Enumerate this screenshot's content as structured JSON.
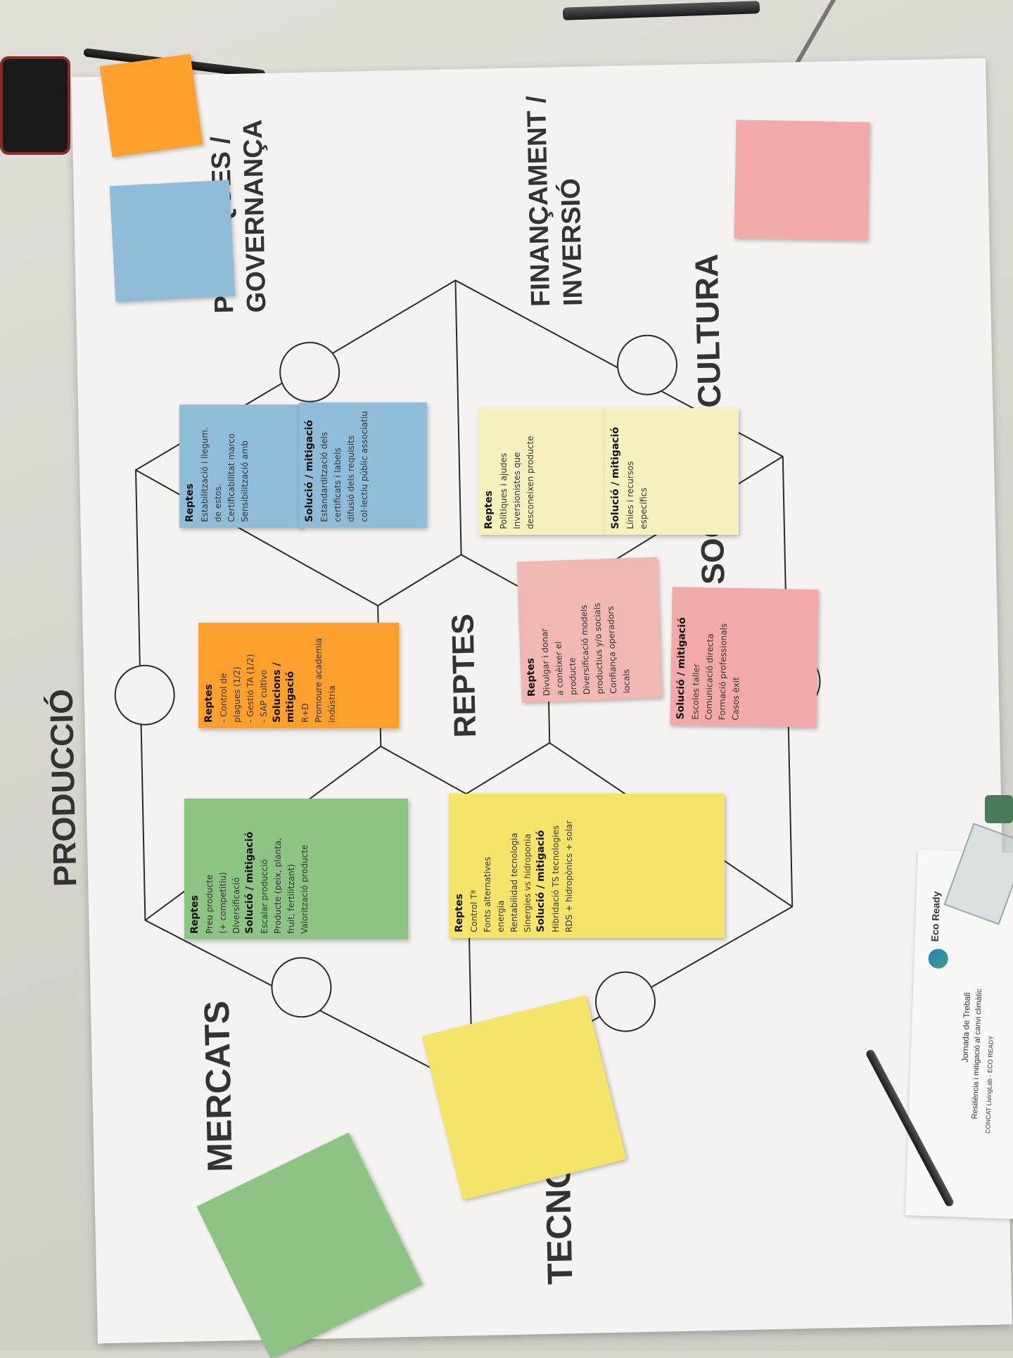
{
  "poster": {
    "center_label": "REPTES",
    "sections": [
      {
        "id": "produccio",
        "label": "PRODUCCIÓ"
      },
      {
        "id": "politiques",
        "label": "POLITIQUES / GOVERNANÇA"
      },
      {
        "id": "financament",
        "label": "FINANÇAMENT / INVERSIÓ"
      },
      {
        "id": "societat",
        "label": "SOCIETAT /CULTURA"
      },
      {
        "id": "tecnologies",
        "label": "TECNOLOGIES"
      },
      {
        "id": "mercats",
        "label": "MERCATS"
      }
    ],
    "politiques_line1": "POLITIQUES /",
    "politiques_line2": "GOVERNANÇA",
    "financament_line1": "FINANÇAMENT /",
    "financament_line2": "INVERSIÓ"
  },
  "notes": {
    "blue_reptes": {
      "head": "Reptes",
      "lines": [
        "Estabilització i llegum.",
        "de estos.",
        "Certificabilitat marco",
        "Sensibilització amb"
      ]
    },
    "blue_solucio": {
      "head": "Solució / mitigació",
      "lines": [
        "Estandardització dels",
        "certificats i labels",
        "difusió dels requisits",
        "col·lectiu públic associatiu"
      ]
    },
    "yellowlight_reptes": {
      "head": "Reptes",
      "lines": [
        "Polítiques i ajudes",
        "Inversionistes que",
        "desconeixen producte"
      ]
    },
    "yellowlight_solucio": {
      "head": "Solució / mitigació",
      "lines": [
        "Línies i recursos",
        "específics"
      ]
    },
    "orange": {
      "head": "Reptes",
      "lines": [
        "- Control de",
        "  plagues (1/2)",
        "- Gestió TA (1/2)",
        "- SAP cultivo"
      ],
      "head2": "Solucions / mitigació",
      "lines2": [
        "R+D",
        "Promoure academia",
        "indústria"
      ]
    },
    "pink_reptes": {
      "head": "Reptes",
      "lines": [
        "Divulgar i donar",
        "a conèixer el",
        "producte",
        "Diversificació models",
        "productius y/o socials",
        "Confiança operadors",
        "locals"
      ]
    },
    "pink_solucio": {
      "head": "Solució / mitigació",
      "lines": [
        "Escoles taller",
        "Comunicació directa",
        "Formació professionals",
        "Casos èxit"
      ]
    },
    "green": {
      "head": "Reptes",
      "lines": [
        "Preu producte",
        "(+ competitiu)",
        "Diversificació"
      ],
      "head2": "Solució / mitigació",
      "lines2": [
        "Escalar producció",
        "Producte (peix, planta,",
        "fruit, fertilitzant)",
        "Valorització producte"
      ]
    },
    "yellow": {
      "head": "Reptes",
      "lines": [
        "Control Tª",
        "Fonts alternatives",
        "energia",
        "Rentabilidad tecnologia",
        "Sinergies vs hidroponia"
      ],
      "head2": "Solució / mitigació",
      "lines2": [
        "Hibridació TS tecnologies",
        "RDS + hidropònics + solar"
      ]
    }
  },
  "handout": {
    "brand": "Eco Ready",
    "title": "Jornada de Treball",
    "subtitle": "Resiliència i mitigació al canvi climàtic",
    "footer": "CONCAT LivingLab - ECO READY"
  },
  "colors": {
    "orange": "#ff9f2e",
    "blue": "#8fbcd8",
    "pink": "#f2aaa8",
    "green": "#8ec483",
    "yellow": "#f6e46a",
    "yellowlight": "#f5f0bd",
    "pinklight": "#f1b7b3",
    "poster": "#f4f3f1"
  }
}
